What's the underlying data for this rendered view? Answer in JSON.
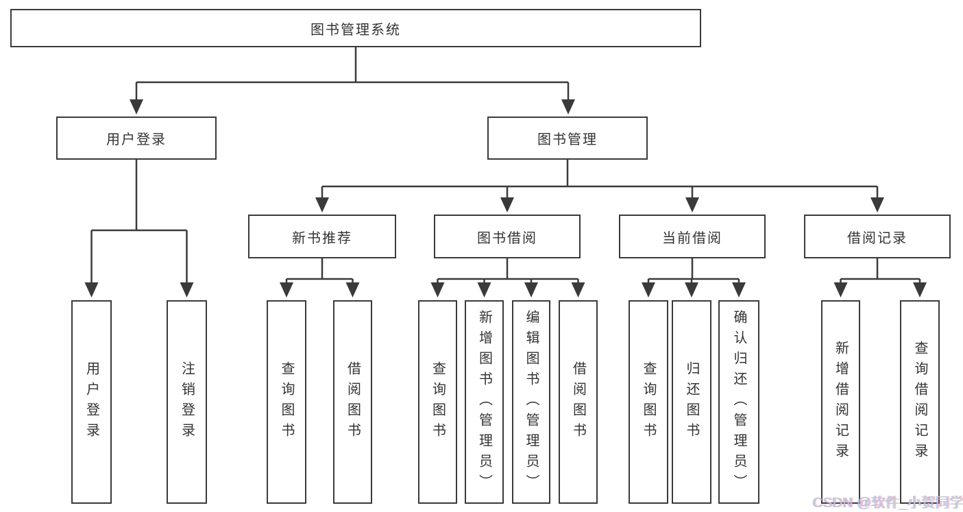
{
  "diagram": {
    "root": {
      "label": "图书管理系统"
    },
    "level2": [
      {
        "label": "用户登录"
      },
      {
        "label": "图书管理"
      }
    ],
    "level3": [
      {
        "label": "新书推荐"
      },
      {
        "label": "图书借阅"
      },
      {
        "label": "当前借阅"
      },
      {
        "label": "借阅记录"
      }
    ],
    "level4": {
      "under_user_login": [
        "用户登录",
        "注销登录"
      ],
      "under_new_book_recommendation": [
        "查询图书",
        "借阅图书"
      ],
      "under_book_borrowing": [
        "查询图书",
        "新增图书（管理员）",
        "编辑图书（管理员）",
        "借阅图书"
      ],
      "under_current_borrowing": [
        "查询图书",
        "归还图书",
        "确认归还（管理员）"
      ],
      "under_borrowing_records": [
        "新增借阅记录",
        "查询借阅记录"
      ]
    },
    "colors": {
      "line": "#3a3a3a",
      "box_border": "#3a3a3a",
      "box_background": "#ffffff",
      "text": "#333333",
      "page_background": "#ffffff",
      "watermark_text": "#c6c8ce"
    }
  },
  "watermark": {
    "text": "CSDN @软件_小贺同学"
  }
}
